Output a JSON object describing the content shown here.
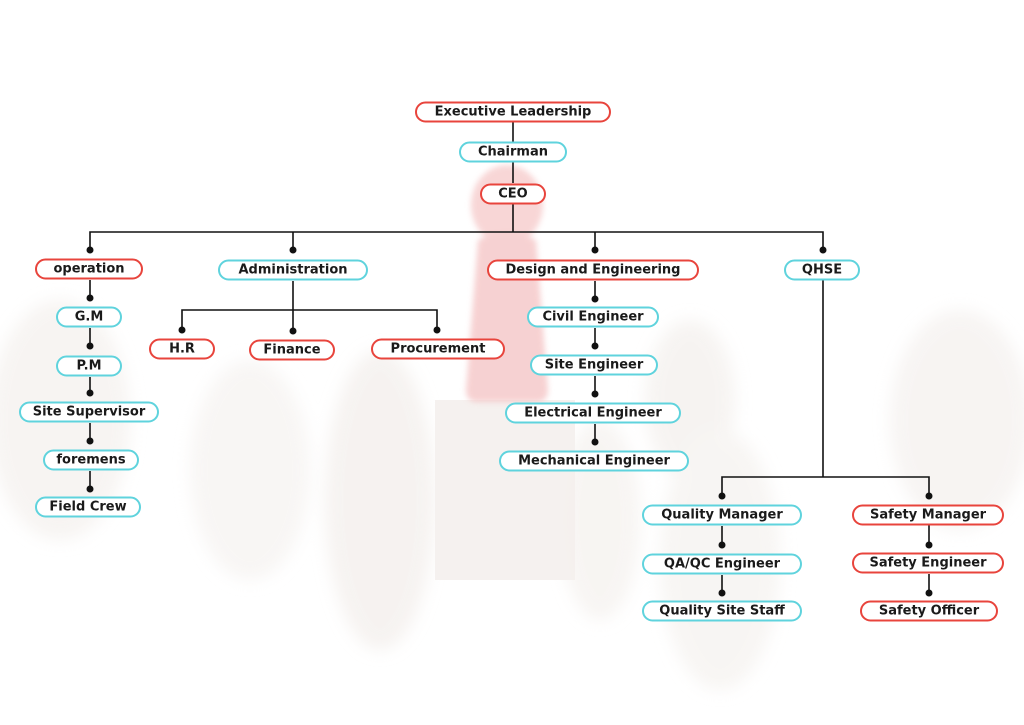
{
  "colors": {
    "red_border": "#e8443c",
    "cyan_border": "#5fd3dd",
    "line": "#111111"
  },
  "nodes": {
    "executive": {
      "label": "Executive Leadership",
      "color": "red"
    },
    "chairman": {
      "label": "Chairman",
      "color": "cyan"
    },
    "ceo": {
      "label": "CEO",
      "color": "red"
    },
    "operation": {
      "label": "operation",
      "color": "red"
    },
    "administration": {
      "label": "Administration",
      "color": "cyan"
    },
    "design": {
      "label": "Design and Engineering",
      "color": "red"
    },
    "qhse": {
      "label": "QHSE",
      "color": "cyan"
    },
    "gm": {
      "label": "G.M",
      "color": "cyan"
    },
    "pm": {
      "label": "P.M",
      "color": "cyan"
    },
    "site_supervisor": {
      "label": "Site Supervisor",
      "color": "cyan"
    },
    "foremens": {
      "label": "foremens",
      "color": "cyan"
    },
    "field_crew": {
      "label": "Field Crew",
      "color": "cyan"
    },
    "hr": {
      "label": "H.R",
      "color": "red"
    },
    "finance": {
      "label": "Finance",
      "color": "red"
    },
    "procurement": {
      "label": "Procurement",
      "color": "red"
    },
    "civil_engineer": {
      "label": "Civil Engineer",
      "color": "cyan"
    },
    "site_engineer": {
      "label": "Site Engineer",
      "color": "cyan"
    },
    "electrical_engineer": {
      "label": "Electrical Engineer",
      "color": "cyan"
    },
    "mechanical_engineer": {
      "label": "Mechanical Engineer",
      "color": "cyan"
    },
    "quality_manager": {
      "label": "Quality Manager",
      "color": "cyan"
    },
    "qaqc_engineer": {
      "label": "QA/QC Engineer",
      "color": "cyan"
    },
    "quality_site_staff": {
      "label": "Quality Site Staff",
      "color": "cyan"
    },
    "safety_manager": {
      "label": "Safety Manager",
      "color": "red"
    },
    "safety_engineer": {
      "label": "Safety Engineer",
      "color": "red"
    },
    "safety_officer": {
      "label": "Safety Officer",
      "color": "red"
    }
  }
}
